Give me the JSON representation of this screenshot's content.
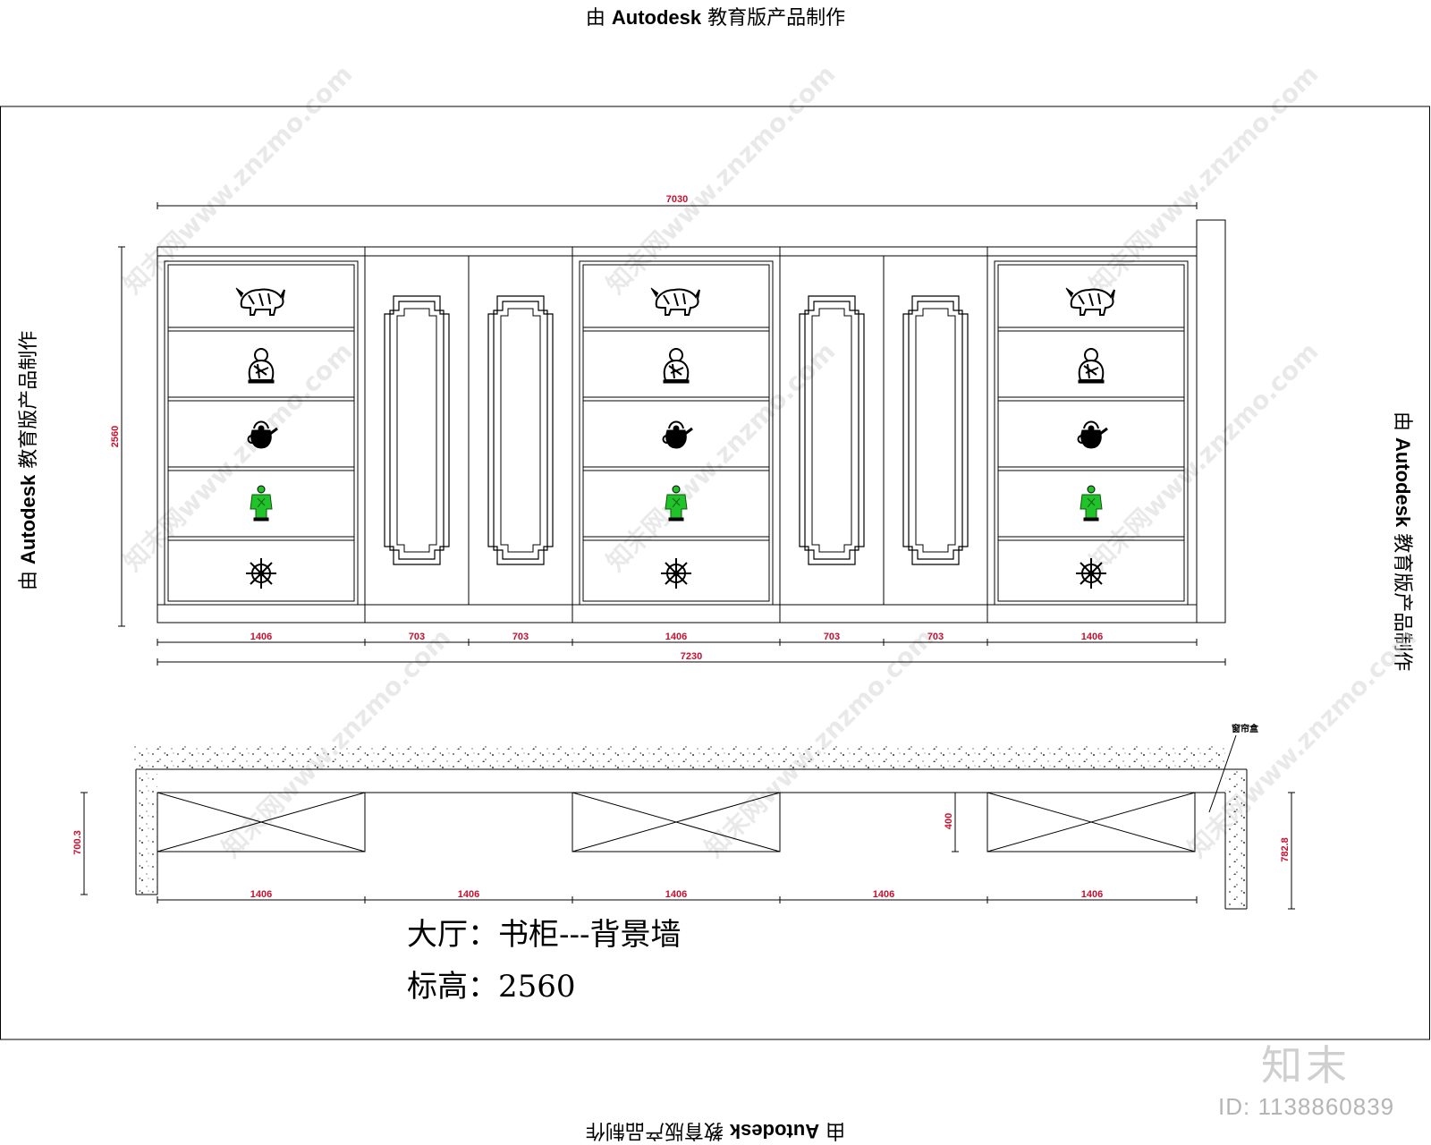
{
  "stamps": {
    "prefix": "由",
    "brand": "Autodesk",
    "suffix": "教育版产品制作"
  },
  "elevation": {
    "total_top": "7030",
    "total_bottom": "7230",
    "height": "2560",
    "segments": [
      "1406",
      "703",
      "703",
      "1406",
      "703",
      "703",
      "1406"
    ]
  },
  "plan": {
    "label_box": "窗帘盒",
    "left_height": "700.3",
    "right_height": "782.8",
    "depth": "400",
    "segments": [
      "1406",
      "1406",
      "1406",
      "1406",
      "1406"
    ]
  },
  "titles": {
    "line1": "大厅：书柜---背景墙",
    "line2": "标高：2560"
  },
  "watermark": {
    "text": "知末网www.znzmo.com",
    "brand": "知末",
    "id": "ID: 1138860839"
  },
  "colors": {
    "dimension": "#c8102e",
    "figurine_green": "#22c22a",
    "line": "#000000"
  }
}
